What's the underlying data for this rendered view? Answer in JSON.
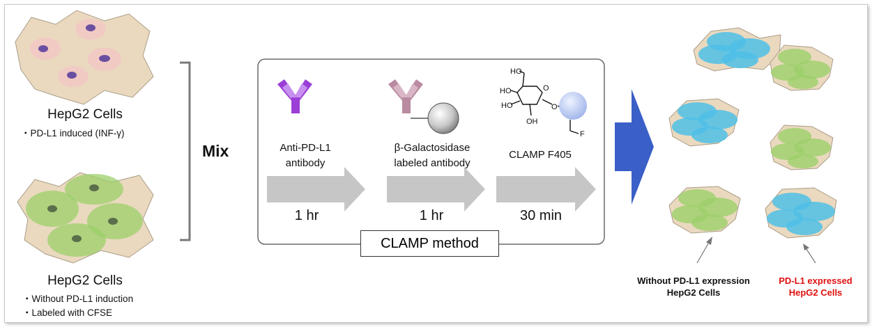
{
  "left": {
    "top_group": {
      "title": "HepG2 Cells",
      "note": "・PD-L1 induced (INF-γ)"
    },
    "bottom_group": {
      "title": "HepG2 Cells",
      "note1": "・Without PD-L1 induction",
      "note2": "・Labeled with CFSE"
    },
    "mix_label": "Mix"
  },
  "method": {
    "steps": [
      {
        "label_line1": "Anti-PD-L1",
        "label_line2": "antibody",
        "time": "1 hr"
      },
      {
        "label_line1": "β-Galactosidase",
        "label_line2": "labeled antibody",
        "time": "1 hr"
      },
      {
        "label_line1": "CLAMP F405",
        "label_line2": "",
        "time": "30 min"
      }
    ],
    "box_label": "CLAMP method",
    "molecule_labels": [
      "HO",
      "HO",
      "HO",
      "O",
      "OH",
      "O",
      "F"
    ]
  },
  "results": {
    "caption_without_line1": "Without PD-L1 expression",
    "caption_without_line2": "HepG2 Cells",
    "caption_with_line1": "PD-L1 expressed",
    "caption_with_line2": "HepG2 Cells"
  },
  "colors": {
    "antibody_purple": "#9b3fd6",
    "antibody_mauve": "#b98aa0",
    "arrow_gray": "#c6c6c6",
    "big_arrow_blue": "#3a5fc7",
    "cell_green": "#9ccf6a",
    "cell_blue": "#4fbfe6",
    "cell_tan": "#ead9bf",
    "highlight_red": "#e01010"
  }
}
